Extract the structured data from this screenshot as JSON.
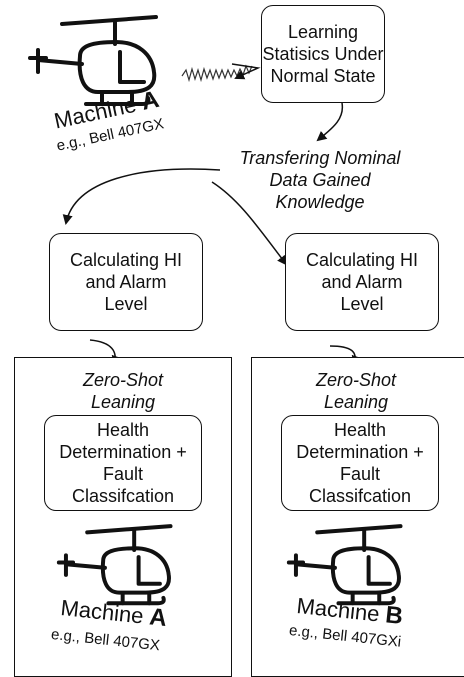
{
  "top": {
    "learning_box": [
      "Learning",
      "Statisics Under",
      "Normal State"
    ],
    "transfer_text": [
      "Transfering Nominal",
      "Data Gained",
      "Knowledge"
    ],
    "machine_a": {
      "prefix": "Machine ",
      "letter": "A",
      "example": "e.g., Bell 407GX"
    }
  },
  "middle": {
    "calc_left": [
      "Calculating HI",
      "and Alarm",
      "Level"
    ],
    "calc_right": [
      "Calculating HI",
      "and Alarm",
      "Level"
    ]
  },
  "panels": [
    {
      "title": [
        "Zero-Shot",
        "Leaning"
      ],
      "box": [
        "Health",
        "Determination +",
        "Fault",
        "Classifcation"
      ],
      "machine": {
        "prefix": "Machine ",
        "letter": "A",
        "example": "e.g., Bell 407GX"
      }
    },
    {
      "title": [
        "Zero-Shot",
        "Leaning"
      ],
      "box": [
        "Health",
        "Determination +",
        "Fault",
        "Classifcation"
      ],
      "machine": {
        "prefix": "Machine ",
        "letter": "B",
        "example": "e.g., Bell 407GXi"
      }
    }
  ],
  "icons": {
    "helicopter": "helicopter-icon",
    "arrow": "curved-arrow-icon",
    "noisy_signal": "noisy-signal-arrow-icon"
  }
}
